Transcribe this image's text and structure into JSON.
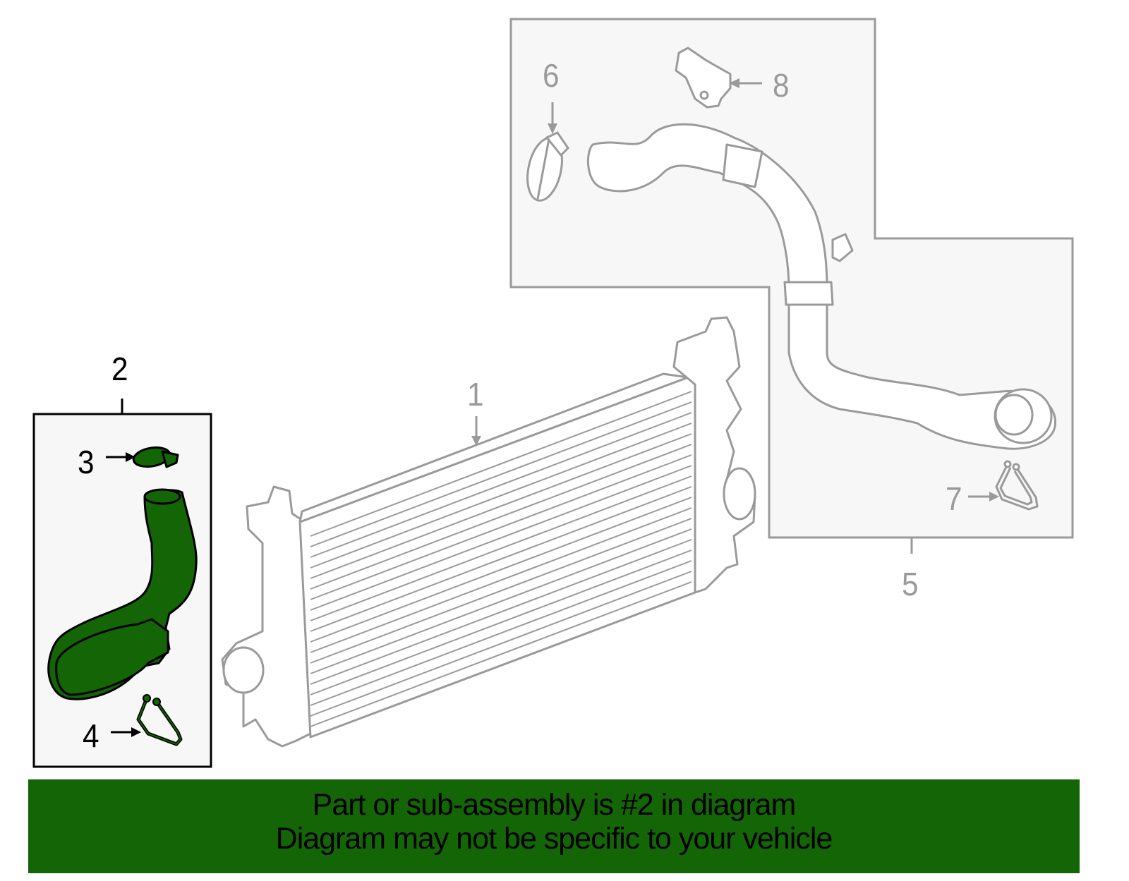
{
  "diagram": {
    "highlight_color": "#136505",
    "line_gray": "#9a9a9a",
    "panel_fill": "#f7f7f7",
    "callouts": [
      {
        "id": "1",
        "label": "1",
        "part": "intercooler",
        "highlighted": false
      },
      {
        "id": "2",
        "label": "2",
        "part": "outlet-duct-assembly",
        "highlighted": true
      },
      {
        "id": "3",
        "label": "3",
        "part": "clamp",
        "highlighted": true
      },
      {
        "id": "4",
        "label": "4",
        "part": "retaining-clip",
        "highlighted": true
      },
      {
        "id": "5",
        "label": "5",
        "part": "inlet-pipe-assembly",
        "highlighted": false
      },
      {
        "id": "6",
        "label": "6",
        "part": "clamp",
        "highlighted": false
      },
      {
        "id": "7",
        "label": "7",
        "part": "retaining-clip",
        "highlighted": false
      },
      {
        "id": "8",
        "label": "8",
        "part": "pressure-sensor",
        "highlighted": false
      }
    ]
  },
  "banner": {
    "line1": "Part or sub-assembly is #2 in diagram",
    "line2": "Diagram may not be specific to your vehicle",
    "background": "#136505"
  }
}
